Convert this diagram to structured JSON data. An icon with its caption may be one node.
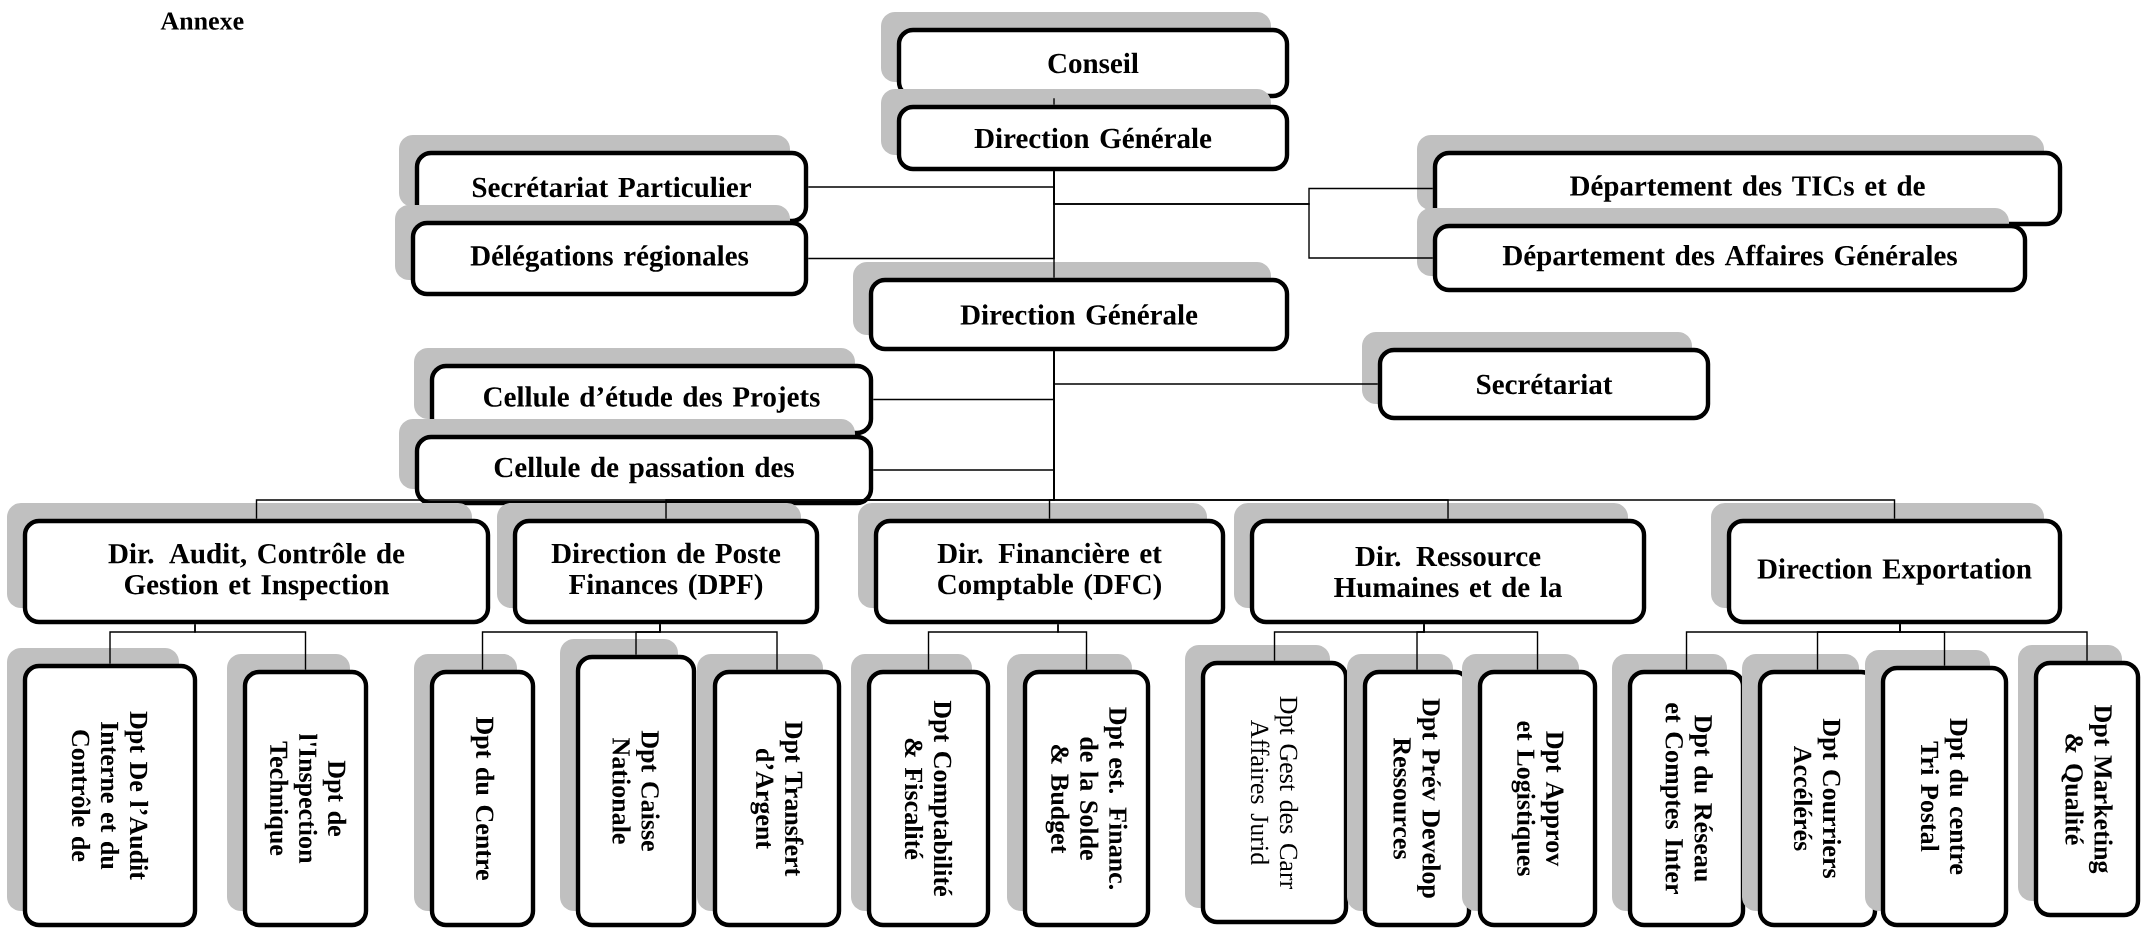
{
  "diagram": {
    "title": "Annexe",
    "nodes": [
      {
        "text": [
          "Conseil"
        ]
      },
      {
        "text": [
          "Direction Générale"
        ]
      },
      {
        "text": [
          "Secrétariat Particulier"
        ]
      },
      {
        "text": [
          "Délégations régionales"
        ]
      },
      {
        "text": [
          "Département des TICs et de"
        ]
      },
      {
        "text": [
          "Département des Affaires Générales"
        ]
      },
      {
        "text": [
          "Direction Générale"
        ]
      },
      {
        "text": [
          "Secrétariat"
        ]
      },
      {
        "text": [
          "Cellule d’étude des Projets"
        ]
      },
      {
        "text": [
          "Cellule de passation des"
        ]
      },
      {
        "text": [
          "Dir. Audit, Contrôle de Gestion et Inspection"
        ]
      },
      {
        "text": [
          "Direction de Poste Finances (DPF)"
        ]
      },
      {
        "text": [
          "Dir. Financière et Comptable (DFC)"
        ]
      },
      {
        "text": [
          "Dir. Ressource Humaines et de la"
        ]
      },
      {
        "text": [
          "Direction Exportation"
        ]
      },
      {
        "text": [
          "Dpt De l’Audit Interne et du Contrôle de"
        ]
      },
      {
        "text": [
          "Dpt de l'Inspection Technique"
        ]
      },
      {
        "text": [
          "Dpt du Centre"
        ]
      },
      {
        "text": [
          "Dpt Caisse Nationale"
        ]
      },
      {
        "text": [
          "Dpt Transfert d’Argent"
        ]
      },
      {
        "text": [
          "Dpt Comptabilité & Fiscalité"
        ]
      },
      {
        "text": [
          "Dpt est. Financ. de la Solde & Budget"
        ]
      },
      {
        "text": [
          "Dpt Gest des Carr Affaires Jurid"
        ]
      },
      {
        "text": [
          "Dpt Prév Develop Ressources"
        ]
      },
      {
        "text": [
          "Dpt Approv et Logistiques"
        ]
      },
      {
        "text": [
          "Dpt du Réseau et Comptes Inter"
        ]
      },
      {
        "text": [
          "Dpt Courriers Accélérés"
        ]
      },
      {
        "text": [
          "Dpt du centre Tri Postal"
        ]
      },
      {
        "text": [
          "Dpt Marketing & Qualité"
        ]
      }
    ],
    "edges": [
      {
        "from": 0,
        "to": 1,
        "arrow": "none"
      },
      {
        "from": 1,
        "to": 2,
        "arrow": "none"
      },
      {
        "from": 1,
        "to": 3,
        "arrow": "none"
      },
      {
        "from": 1,
        "to": 4,
        "arrow": "none"
      },
      {
        "from": 1,
        "to": 5,
        "arrow": "none"
      },
      {
        "from": 1,
        "to": 6,
        "arrow": "none"
      },
      {
        "from": 6,
        "to": 7,
        "arrow": "none"
      },
      {
        "from": 6,
        "to": 8,
        "arrow": "none"
      },
      {
        "from": 6,
        "to": 9,
        "arrow": "none"
      },
      {
        "from": 6,
        "to": 10,
        "arrow": "none"
      },
      {
        "from": 6,
        "to": 11,
        "arrow": "none"
      },
      {
        "from": 6,
        "to": 12,
        "arrow": "none"
      },
      {
        "from": 6,
        "to": 13,
        "arrow": "none"
      },
      {
        "from": 6,
        "to": 14,
        "arrow": "none"
      },
      {
        "from": 10,
        "to": 15,
        "arrow": "none"
      },
      {
        "from": 10,
        "to": 16,
        "arrow": "none"
      },
      {
        "from": 11,
        "to": 17,
        "arrow": "none"
      },
      {
        "from": 11,
        "to": 18,
        "arrow": "none"
      },
      {
        "from": 11,
        "to": 19,
        "arrow": "none"
      },
      {
        "from": 12,
        "to": 20,
        "arrow": "none"
      },
      {
        "from": 12,
        "to": 21,
        "arrow": "none"
      },
      {
        "from": 13,
        "to": 22,
        "arrow": "none"
      },
      {
        "from": 13,
        "to": 23,
        "arrow": "none"
      },
      {
        "from": 13,
        "to": 24,
        "arrow": "none"
      },
      {
        "from": 14,
        "to": 25,
        "arrow": "none"
      },
      {
        "from": 14,
        "to": 26,
        "arrow": "none"
      },
      {
        "from": 14,
        "to": 27,
        "arrow": "none"
      },
      {
        "from": 14,
        "to": 28,
        "arrow": "none"
      }
    ]
  }
}
